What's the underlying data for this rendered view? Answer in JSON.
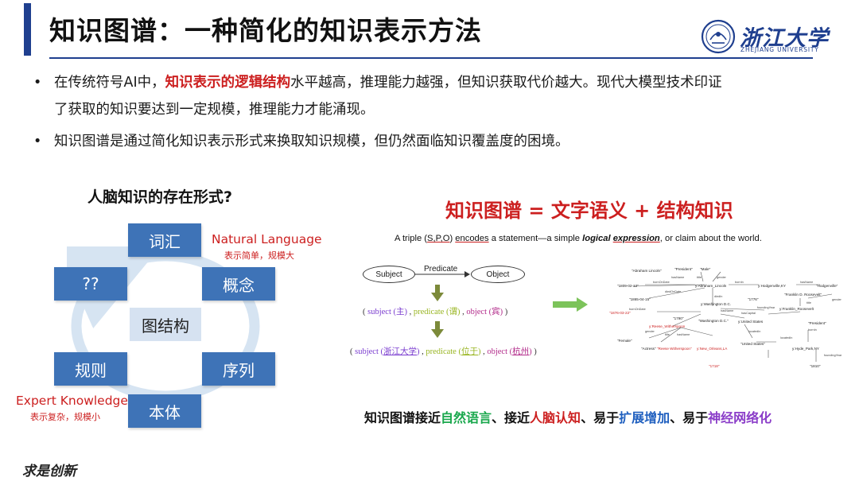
{
  "header": {
    "title": "知识图谱：一种简化的知识表示方法",
    "logo_text": "浙江大学",
    "logo_subtitle": "ZHEJIANG UNIVERSITY"
  },
  "bullets": [
    {
      "dot": "•",
      "line1_pre": "在传统符号AI中，",
      "line1_highlight": "知识表示的逻辑结构",
      "line1_post": "水平越高，推理能力越强，但知识获取代价越大。现代大模型技术印证",
      "line2": "了获取的知识要达到一定规模，推理能力才能涌现。"
    },
    {
      "dot": "•",
      "line1": "知识图谱是通过简化知识表示形式来换取知识规模，但仍然面临知识覆盖度的困境。"
    }
  ],
  "left_diagram": {
    "question": "人脑知识的存在形式?",
    "boxes": {
      "top": "词汇",
      "upper_left": "??",
      "upper_right": "概念",
      "center": "图结构",
      "lower_left": "规则",
      "lower_right": "序列",
      "bottom": "本体"
    },
    "natural_language": "Natural Language",
    "natural_language_sub": "表示简单，规模大",
    "expert_knowledge": "Expert Knowledge",
    "expert_knowledge_sub": "表示复杂，规模小"
  },
  "right_panel": {
    "formula": "知识图谱 = 文字语义 + 结构知识",
    "triple_desc_pre": "A  triple   (",
    "triple_desc_spo": "S,P,O",
    "triple_desc_mid1": ")  ",
    "triple_desc_encodes": "encodes",
    "triple_desc_mid2": " a statement—a simple ",
    "triple_desc_logical": "logical",
    "triple_desc_space": " ",
    "triple_desc_expression": "expression",
    "triple_desc_post": ", or claim about the world.",
    "subject": "Subject",
    "predicate": "Predicate",
    "object": "Object",
    "line1": {
      "open": "( ",
      "subj": "subject (主)",
      "sep1": " , ",
      "pred": "predicate (谓)",
      "sep2": " , ",
      "obj": "object (宾)",
      "close": " )"
    },
    "line2": {
      "open": "( ",
      "subj_pre": "subject (",
      "subj_val": "浙江大学",
      "subj_post": ")",
      "sep1": " , ",
      "pred_pre": "predicate (",
      "pred_val": "位于",
      "pred_post": ")",
      "sep2": " , ",
      "obj_pre": "object (",
      "obj_val": "杭州",
      "obj_post": ")",
      "close": " )"
    },
    "graph_nodes": [
      "\"Abraham Lincoln\"",
      "\"President\"",
      "\"Male\"",
      "\"1809-02-12\"",
      "y:Abraham_Lincoln",
      "y:Hodgenville,KY",
      "\"Hodgenville\"",
      "\"1865-04-15\"",
      "\"Franklin D. Roosevelt\"",
      "y:Washington D.C.",
      "\"1776\"",
      "y:Franklin_Roosevelt",
      "\"Washington D.C.\"",
      "y:United States",
      "\"President\"",
      "\"1876-03-22\"",
      "\"1790\"",
      "y:Reese_Witherspoon",
      "\"Female\"",
      "\"Actress\"",
      "\"Reese Witherspoon\"",
      "y:New_Orleans,LA",
      "\"United States\"",
      "y:Hyde_Park,NY",
      "\"1718\"",
      "\"1810\""
    ],
    "graph_edges": [
      "hasName",
      "title",
      "gender",
      "bornOnDate",
      "bornIn",
      "diedOnDate",
      "diedIn",
      "hasName",
      "gender",
      "foundingYear",
      "hasName",
      "hasCapital",
      "title",
      "bornIn",
      "bornOnDate",
      "locatedIn",
      "title",
      "hasName",
      "gender",
      "locatedIn",
      "foundingYear"
    ],
    "bottom_pre": "知识图谱接近",
    "bottom_g": "自然语言",
    "bottom_s1": "、接近",
    "bottom_r": "人脑认知",
    "bottom_s2": "、易于",
    "bottom_b": "扩展增加",
    "bottom_s3": "、易于",
    "bottom_p": "神经网络化"
  },
  "footer": {
    "signature": "求是创新"
  },
  "colors": {
    "brand_blue": "#1f3f8f",
    "box_blue": "#3e73b7",
    "highlight_red": "#cc1f1f",
    "green_arrow": "#7cc35a",
    "arrow_olive": "#7c8a3a"
  },
  "icons": {
    "logo": "zju-seal-icon",
    "arrow_down": "arrow-down-icon",
    "arrow_right": "arrow-right-icon"
  }
}
